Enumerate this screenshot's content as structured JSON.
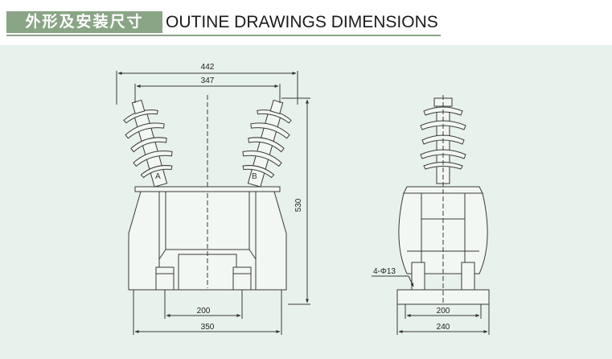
{
  "header": {
    "title_cn": "外形及安装尺寸",
    "title_en": "OUTINE DRAWINGS DIMENSIONS"
  },
  "front_view": {
    "dim_overall_width": "442",
    "dim_terminal_spacing": "347",
    "dim_height": "530",
    "dim_mount_holes": "200",
    "dim_base_width": "350",
    "label_a": "A",
    "label_b": "B"
  },
  "side_view": {
    "dim_hole_spec": "4-Φ13",
    "dim_mount_holes": "200",
    "dim_base_depth": "240"
  },
  "colors": {
    "header_band": "#8aa586",
    "panel_bg": "#e8f2ec",
    "line": "#3a3a3a"
  }
}
